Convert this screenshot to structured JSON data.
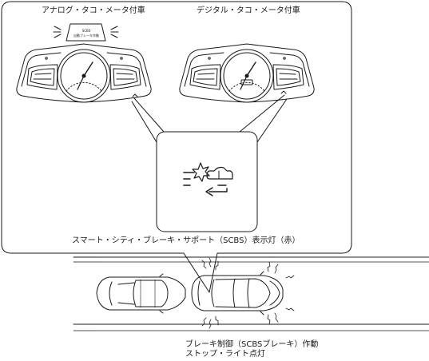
{
  "labels": {
    "analog_title": "アナログ・タコ・メータ付車",
    "digital_title": "デジタル・タコ・メータ付車",
    "hud_line1": "SCBS",
    "hud_line2": "自動ブレーキ作動",
    "warning_light_caption": "スマート・シティ・ブレーキ・サポート（SCBS）表示灯（赤）",
    "bottom_line1": "ブレーキ制御（SCBSブレーキ）作動",
    "bottom_line2": "ストップ・ライト点灯"
  },
  "icons": {
    "warning_symbol": "collision-warning-icon",
    "flash": "flash-lines-icon"
  },
  "colors": {
    "line": "#1a1a1a",
    "background": "#ffffff"
  }
}
